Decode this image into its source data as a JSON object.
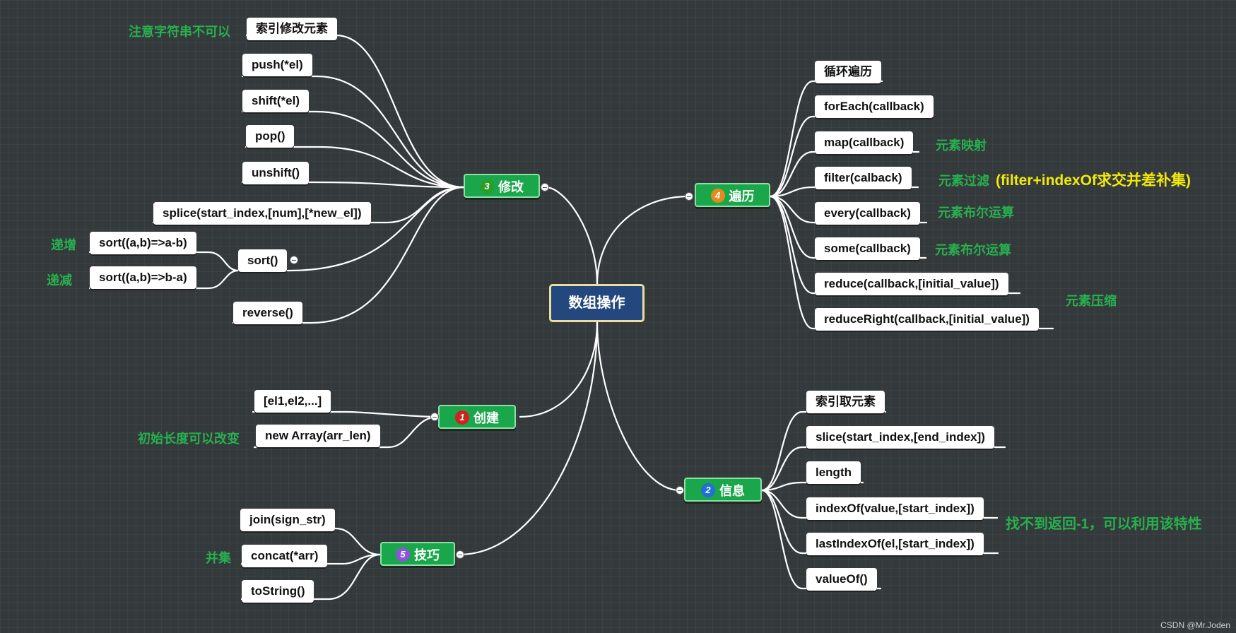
{
  "root": {
    "label": "数组操作"
  },
  "branches": {
    "modify": {
      "num": "3",
      "label": "修改",
      "numColor": "#2a9d2a"
    },
    "traverse": {
      "num": "4",
      "label": "遍历",
      "numColor": "#e58a1f"
    },
    "create": {
      "num": "1",
      "label": "创建",
      "numColor": "#d32020"
    },
    "info": {
      "num": "2",
      "label": "信息",
      "numColor": "#2170d6"
    },
    "tricks": {
      "num": "5",
      "label": "技巧",
      "numColor": "#8a55d8"
    }
  },
  "modify": {
    "index_modify": "索引修改元素",
    "push": "push(*el)",
    "shift": "shift(*el)",
    "pop": "pop()",
    "unshift": "unshift()",
    "splice": "splice(start_index,[num],[*new_el])",
    "sort": "sort()",
    "sort_asc": "sort((a,b)=>a-b)",
    "sort_desc": "sort((a,b)=>b-a)",
    "reverse": "reverse()"
  },
  "traverse": {
    "loop": "循环遍历",
    "forEach": "forEach(callback)",
    "map": "map(callback)",
    "filter": "filter(calback)",
    "every": "every(callback)",
    "some": "some(callback)",
    "reduce": "reduce(callback,[initial_value])",
    "reduceRight": "reduceRight(callback,[initial_value])"
  },
  "create": {
    "literal": "[el1,el2,...]",
    "new_array": "new Array(arr_len)"
  },
  "info": {
    "index_get": "索引取元素",
    "slice": "slice(start_index,[end_index])",
    "length": "length",
    "indexOf": "indexOf(value,[start_index])",
    "lastIndexOf": "lastIndexOf(el,[start_index])",
    "valueOf": "valueOf()"
  },
  "tricks": {
    "join": "join(sign_str)",
    "concat": "concat(*arr)",
    "toString": "toString()"
  },
  "notes": {
    "string_warning": "注意字符串不可以",
    "asc": "递增",
    "desc": "递减",
    "map_note": "元素映射",
    "filter_note": "元素过滤",
    "filter_extra": "(filter+indexOf求交并差补集)",
    "every_note": "元素布尔运算",
    "some_note": "元素布尔运算",
    "reduce_note": "元素压缩",
    "length_note": "初始长度可以改变",
    "indexOf_note": "找不到返回-1，可以利用该特性",
    "concat_note": "并集"
  },
  "watermark": "CSDN @Mr.Joden"
}
